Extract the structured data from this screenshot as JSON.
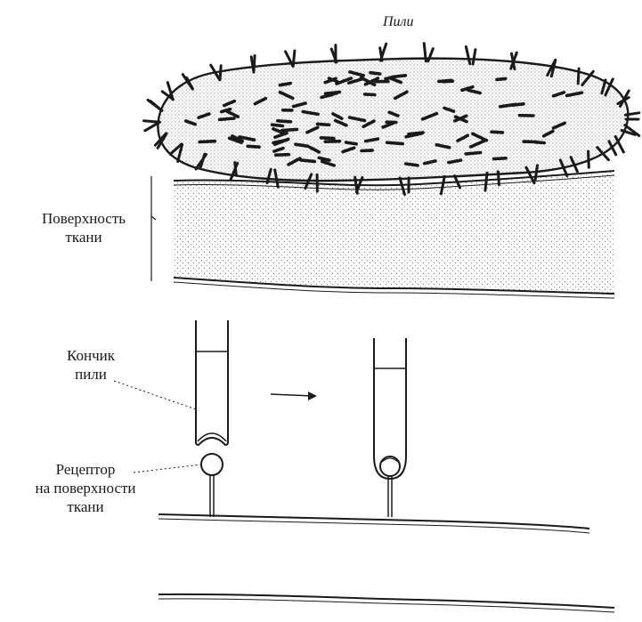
{
  "labels": {
    "pili": "Пили",
    "tissue_surface": [
      "Поверхность",
      "ткани"
    ],
    "pilus_tip": [
      "Кончик",
      "пили"
    ],
    "receptor": [
      "Рецептор",
      "на поверхности",
      "ткани"
    ]
  },
  "colors": {
    "ink": "#1a1a1a",
    "stipple": "#8a8a8a",
    "background": "#ffffff"
  }
}
